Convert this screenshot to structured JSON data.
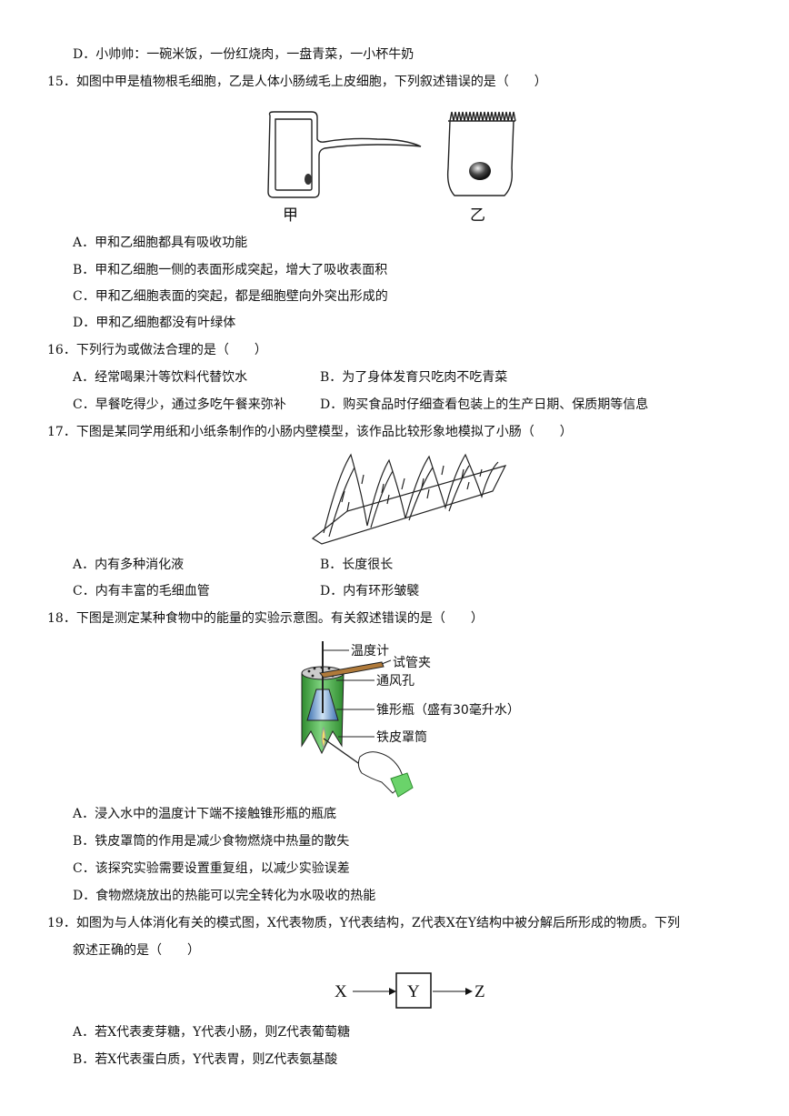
{
  "q14": {
    "optD": "D．小帅帅：一碗米饭，一份红烧肉，一盘青菜，一小杯牛奶"
  },
  "q15": {
    "stem": "15．如图中甲是植物根毛细胞，乙是人体小肠绒毛上皮细胞，下列叙述错误的是（　　）",
    "label_jia": "甲",
    "label_yi": "乙",
    "options": [
      "A．甲和乙细胞都具有吸收功能",
      "B．甲和乙细胞一侧的表面形成突起，增大了吸收表面积",
      "C．甲和乙细胞表面的突起，都是细胞壁向外突出形成的",
      "D．甲和乙细胞都没有叶绿体"
    ]
  },
  "q16": {
    "stem": "16．下列行为或做法合理的是（　　）",
    "options": [
      "A．经常喝果汁等饮料代替饮水",
      "B．为了身体发育只吃肉不吃青菜",
      "C．早餐吃得少，通过多吃午餐来弥补",
      "D．购买食品时仔细查看包装上的生产日期、保质期等信息"
    ]
  },
  "q17": {
    "stem": "17．下图是某同学用纸和小纸条制作的小肠内壁模型，该作品比较形象地模拟了小肠（　　）",
    "options": [
      "A．内有多种消化液",
      "B．长度很长",
      "C．内有丰富的毛细血管",
      "D．内有环形皱襞"
    ]
  },
  "q18": {
    "stem": "18．下图是测定某种食物中的能量的实验示意图。有关叙述错误的是（　　）",
    "labels": [
      "温度计",
      "试管夹",
      "通风孔",
      "锥形瓶（盛有30毫升水）",
      "铁皮罩筒"
    ],
    "options": [
      "A．浸入水中的温度计下端不接触锥形瓶的瓶底",
      "B．铁皮罩筒的作用是减少食物燃烧中热量的散失",
      "C．该探究实验需要设置重复组，以减少实验误差",
      "D．食物燃烧放出的热能可以完全转化为水吸收的热能"
    ]
  },
  "q19": {
    "stem_line1": "19．如图为与人体消化有关的模式图，X代表物质，Y代表结构，Z代表X在Y结构中被分解后所形成的物质。下列",
    "stem_line2": "叙述正确的是（　　）",
    "diagram": {
      "x": "X",
      "y": "Y",
      "z": "Z"
    },
    "options": [
      "A．若X代表麦芽糖，Y代表小肠，则Z代表葡萄糖",
      "B．若X代表蛋白质，Y代表胃，则Z代表氨基酸"
    ]
  }
}
